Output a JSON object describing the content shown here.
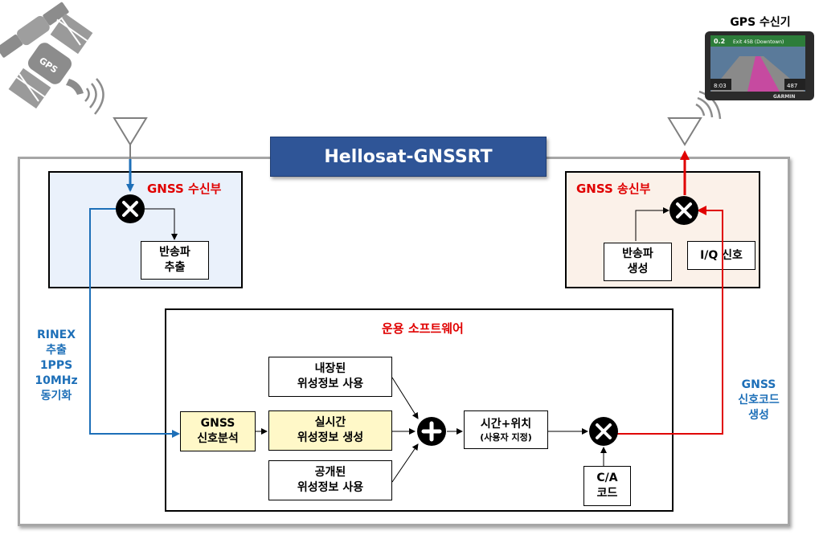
{
  "title": "Hellosat-GNSSRT",
  "gps_receiver": {
    "label": "GPS 수신기",
    "screen_distance": "0.2",
    "screen_exit": "Exit 45B (Downtown)",
    "screen_time": "8:03",
    "screen_arrival": "487",
    "brand": "GARMIN"
  },
  "satellite": {
    "label": "GPS"
  },
  "rx_panel": {
    "label": "GNSS 수신부",
    "carrier_box": "반송파\n추출"
  },
  "tx_panel": {
    "label": "GNSS 송신부",
    "carrier_box": "반송파\n생성",
    "iq_box": "I/Q 신호"
  },
  "left_note": "RINEX\n추출\n1PPS\n10MHz\n동기화",
  "right_note": "GNSS\n신호코드\n생성",
  "op_panel": {
    "label": "운용 소프트웨어",
    "analysis_box": "GNSS\n신호분석",
    "stored_box": "내장된\n위성정보 사용",
    "realtime_box": "실시간\n위성정보 생성",
    "public_box": "공개된\n위성정보 사용",
    "timepos_box": "시간+위치",
    "timepos_sub": "(사용자 지정)",
    "ca_box": "C/A\n코드"
  },
  "colors": {
    "blue_signal": "#1d6fb8",
    "red_signal": "#e00000",
    "title_bg": "#2f5597",
    "rx_bg": "#eaf1fb",
    "tx_bg": "#fbf1e9",
    "highlight_bg": "#fff8c8"
  },
  "icons": [
    "satellite-icon",
    "antenna-icon",
    "mixer-icon",
    "adder-icon",
    "gps-device-icon",
    "signal-wave-icon"
  ]
}
